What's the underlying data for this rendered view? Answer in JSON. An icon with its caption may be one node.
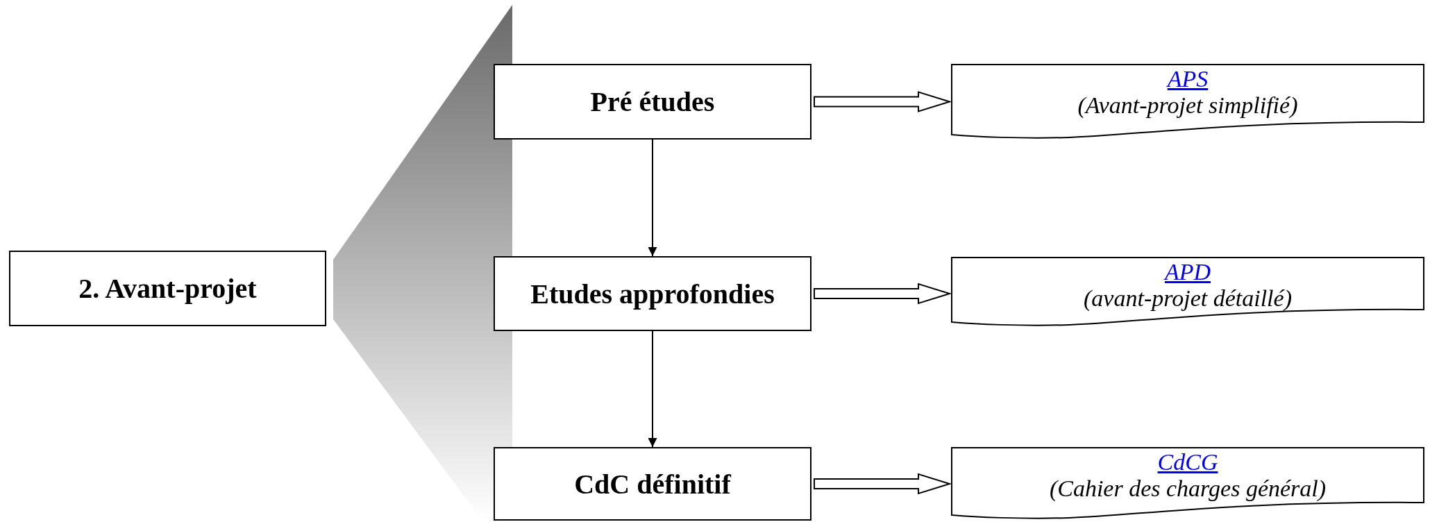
{
  "diagram": {
    "nodes": [
      {
        "text": [
          "2. Avant-projet"
        ]
      },
      {
        "text": [
          "Pré études"
        ]
      },
      {
        "text": [
          "Etudes approfondies"
        ]
      },
      {
        "text": [
          "CdC définitif"
        ]
      },
      {
        "text": [
          "APS",
          "(Avant-projet simplifié)"
        ]
      },
      {
        "text": [
          "APD",
          "(avant-projet détaillé)"
        ]
      },
      {
        "text": [
          "CdCG",
          "(Cahier des charges général)"
        ]
      }
    ],
    "edges": [
      {
        "from": 1,
        "to": 2,
        "arrow": "to"
      },
      {
        "from": 2,
        "to": 3,
        "arrow": "to"
      },
      {
        "from": 1,
        "to": 4,
        "arrow": "to",
        "style": "thick"
      },
      {
        "from": 2,
        "to": 5,
        "arrow": "to",
        "style": "thick"
      },
      {
        "from": 3,
        "to": 6,
        "arrow": "to",
        "style": "thick"
      }
    ]
  }
}
